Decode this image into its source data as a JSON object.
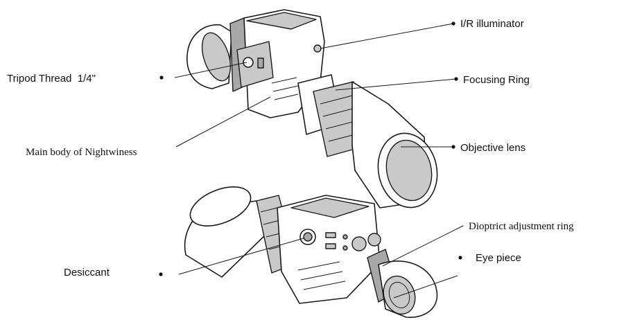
{
  "labels": {
    "ir_illuminator": "I/R illuminator",
    "tripod_thread": "Tripod Thread  1/4\"",
    "focusing_ring": "Focusing Ring",
    "main_body": "Main body of Nightwiness",
    "objective_lens": "Objective lens",
    "dioptric_ring": "Dioptrict adjustment ring",
    "eye_piece": "Eye piece",
    "desiccant": "Desiccant"
  },
  "colors": {
    "ink": "#1a1a1a",
    "light_fill": "#ffffff",
    "grey_fill": "#c9c9c9",
    "dark_fill": "#a8a8a8"
  }
}
